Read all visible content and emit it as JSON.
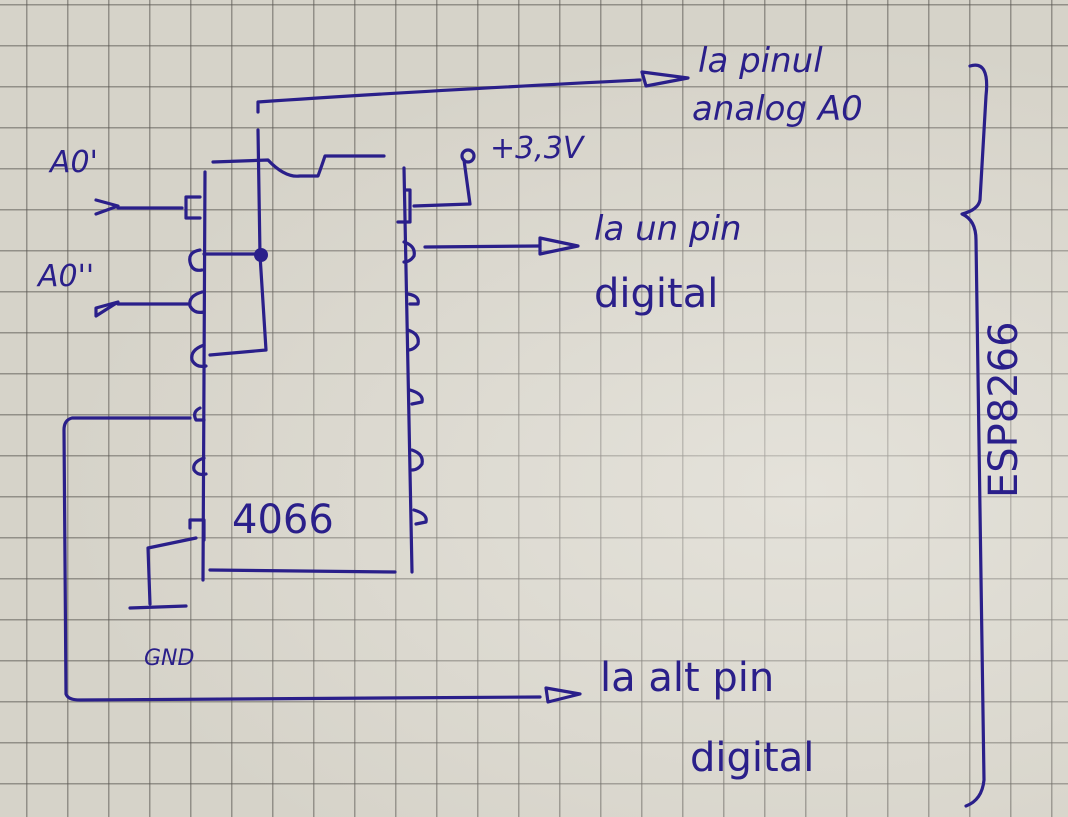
{
  "diagram": {
    "type": "hand-drawn circuit schematic on grid paper",
    "ink_color": "#2a1f8a",
    "paper_color": "#d6d3c9",
    "grid_color": "#5a5852",
    "ic": {
      "part_number": "4066",
      "left_pins": 7,
      "right_pins": 7
    },
    "labels": {
      "analog_target": "la pinul",
      "analog_target_line2": "analog A0",
      "vcc": "+3,3V",
      "digital_target_1": "la un pin",
      "digital_target_1_line2": "digital",
      "digital_target_2": "la alt pin",
      "digital_target_2_line2": "digital",
      "input_1": "A0'",
      "input_2": "A0''",
      "ground": "GND",
      "board": "ESP8266"
    },
    "connections": [
      {
        "from": "IC output (pin 2/3 junction)",
        "to": "la pinul analog A0"
      },
      {
        "from": "IC pin 14 (VDD)",
        "to": "+3,3V"
      },
      {
        "from": "IC pin 13 (control A)",
        "to": "la un pin digital"
      },
      {
        "from": "IC pin 5 (control B)",
        "to": "la alt pin digital"
      },
      {
        "from": "IC pin 7 (VSS)",
        "to": "GND"
      },
      {
        "from": "A0'",
        "to": "IC pin 1"
      },
      {
        "from": "A0''",
        "to": "IC pin 3/4"
      }
    ]
  }
}
